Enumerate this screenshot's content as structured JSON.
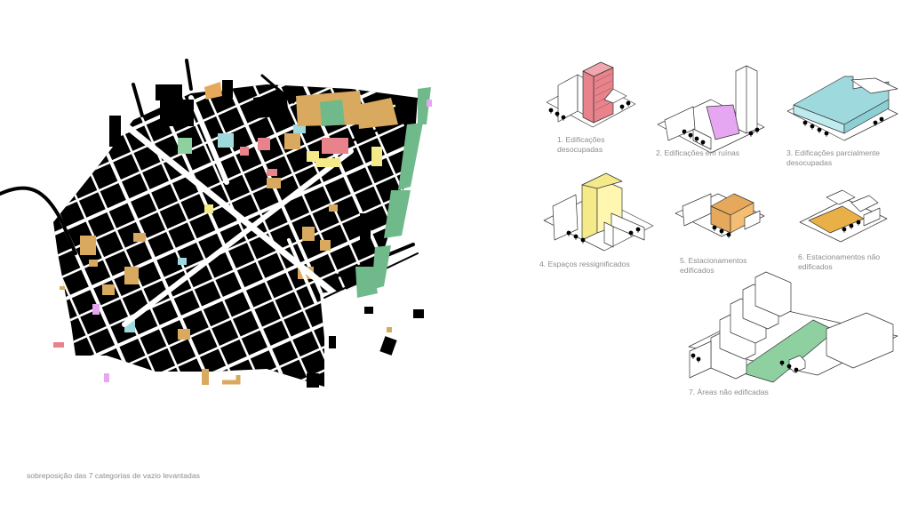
{
  "caption": "sobreposição das 7 categorias de vazio levantadas",
  "categories": [
    {
      "id": "c1",
      "lines": [
        "1. Edificações",
        "desocupadas"
      ],
      "color": "#e8838c"
    },
    {
      "id": "c2",
      "lines": [
        "2. Edificações em ruínas"
      ],
      "color": "#e7a6f1"
    },
    {
      "id": "c3",
      "lines": [
        "3. Edificações parcialmente",
        "desocupadas"
      ],
      "color": "#9ed9de"
    },
    {
      "id": "c4",
      "lines": [
        "4. Espaços ressignificados"
      ],
      "color": "#f5ea8a"
    },
    {
      "id": "c5",
      "lines": [
        "5. Estacionamentos",
        "edificados"
      ],
      "color": "#e6a85a"
    },
    {
      "id": "c6",
      "lines": [
        "6. Estacionamentos não",
        "edificados"
      ],
      "color": "#e9b048"
    },
    {
      "id": "c7",
      "lines": [
        "7. Áreas não edificadas"
      ],
      "color": "#8ed0a0"
    }
  ],
  "colors": {
    "block": "#000000",
    "street": "#ffffff",
    "outline": "#333333",
    "green": "#6fb98a",
    "tan": "#d9a95f"
  }
}
